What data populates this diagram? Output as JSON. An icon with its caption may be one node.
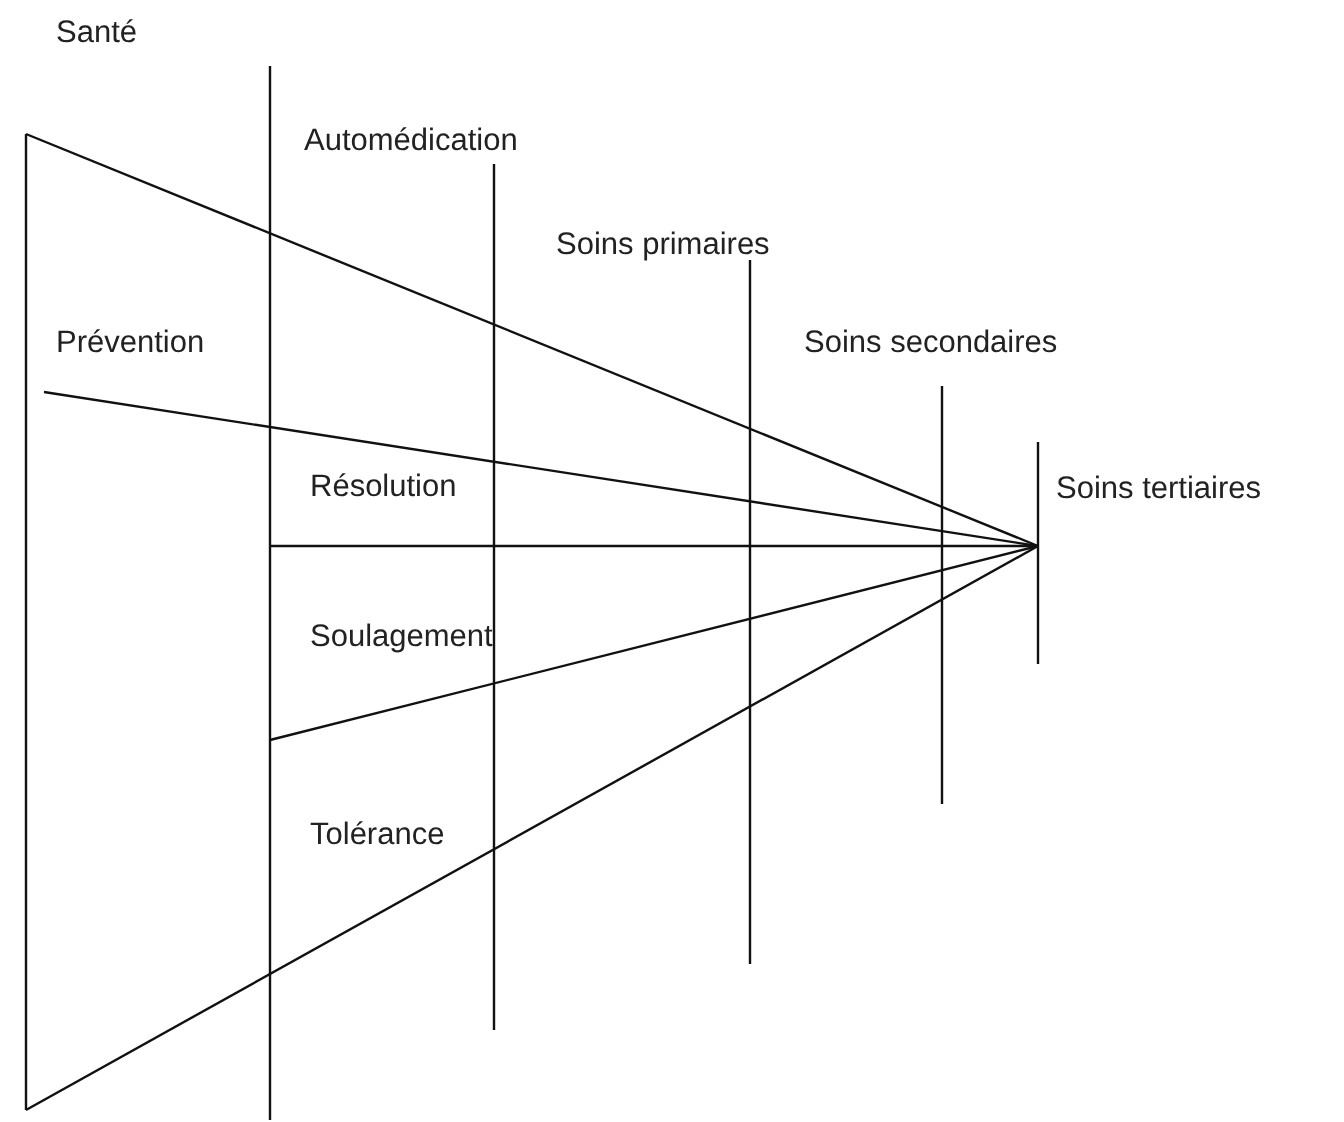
{
  "diagram": {
    "labels": [
      "Santé",
      "Automédication",
      "Soins primaires",
      "Prévention",
      "Soins secondaires",
      "Résolution",
      "Soins tertiaires",
      "Soulagement",
      "Tolérance"
    ]
  }
}
